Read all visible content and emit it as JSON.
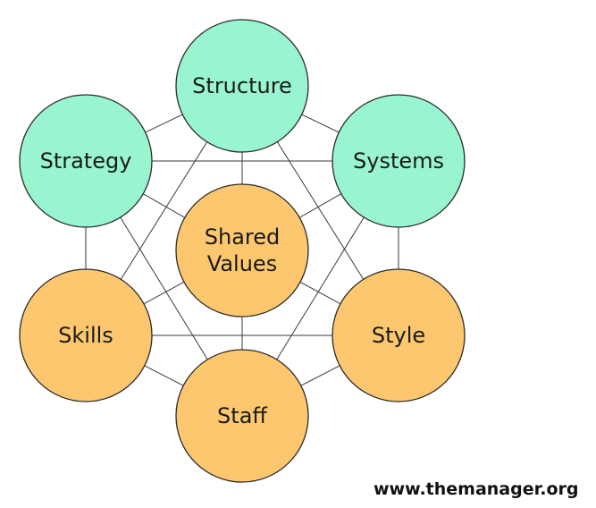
{
  "colors": {
    "hard_element_fill": "#99f5cf",
    "soft_element_fill": "#fcc76e",
    "line": "#3a3a3a",
    "text": "#1a1a1a"
  },
  "diagram": {
    "nodes": [
      {
        "id": "structure",
        "label_lines": [
          "Structure"
        ],
        "group": "hard"
      },
      {
        "id": "strategy",
        "label_lines": [
          "Strategy"
        ],
        "group": "hard"
      },
      {
        "id": "systems",
        "label_lines": [
          "Systems"
        ],
        "group": "hard"
      },
      {
        "id": "shared-values",
        "label_lines": [
          "Shared",
          "Values"
        ],
        "group": "soft"
      },
      {
        "id": "skills",
        "label_lines": [
          "Skills"
        ],
        "group": "soft"
      },
      {
        "id": "style",
        "label_lines": [
          "Style"
        ],
        "group": "soft"
      },
      {
        "id": "staff",
        "label_lines": [
          "Staff"
        ],
        "group": "soft"
      }
    ],
    "connections": [
      [
        "structure",
        "strategy"
      ],
      [
        "structure",
        "systems"
      ],
      [
        "structure",
        "shared-values"
      ],
      [
        "structure",
        "skills"
      ],
      [
        "structure",
        "style"
      ],
      [
        "strategy",
        "systems"
      ],
      [
        "strategy",
        "shared-values"
      ],
      [
        "strategy",
        "skills"
      ],
      [
        "strategy",
        "staff"
      ],
      [
        "systems",
        "shared-values"
      ],
      [
        "systems",
        "style"
      ],
      [
        "systems",
        "staff"
      ],
      [
        "shared-values",
        "skills"
      ],
      [
        "shared-values",
        "style"
      ],
      [
        "shared-values",
        "staff"
      ],
      [
        "skills",
        "style"
      ],
      [
        "skills",
        "staff"
      ],
      [
        "style",
        "staff"
      ]
    ]
  },
  "footer": {
    "url": "www.themanager.org"
  }
}
